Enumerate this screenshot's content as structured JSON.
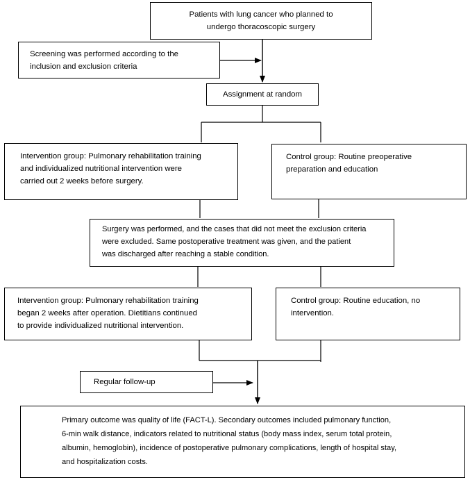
{
  "flowchart": {
    "patients": "Patients with lung cancer who planned to\nundergo thoracoscopic surgery",
    "screening": "Screening was performed according to the\ninclusion and exclusion criteria",
    "randomization": "Assignment at random",
    "intervention_pre": "Intervention group: Pulmonary rehabilitation training\nand individualized nutritional intervention were\ncarried out 2 weeks before surgery.",
    "control_pre": "Control group: Routine preoperative\npreparation and education",
    "surgery": "Surgery was performed, and the cases that did not meet the exclusion criteria\nwere excluded.  Same postoperative treatment was given, and the patient\nwas discharged after reaching a stable condition.",
    "intervention_post": "Intervention group: Pulmonary rehabilitation training\nbegan 2 weeks after operation. Dietitians continued\nto provide individualized nutritional intervention.",
    "control_post": "Control group: Routine education, no\nintervention.",
    "follow_up": "Regular follow-up",
    "outcomes": "Primary outcome was quality of life (FACT-L).  Secondary outcomes included pulmonary function,\n6-min walk distance, indicators related to nutritional status (body mass index, serum total protein,\nalbumin, hemoglobin), incidence of postoperative pulmonary complications, length of hospital stay,\nand hospitalization costs."
  }
}
